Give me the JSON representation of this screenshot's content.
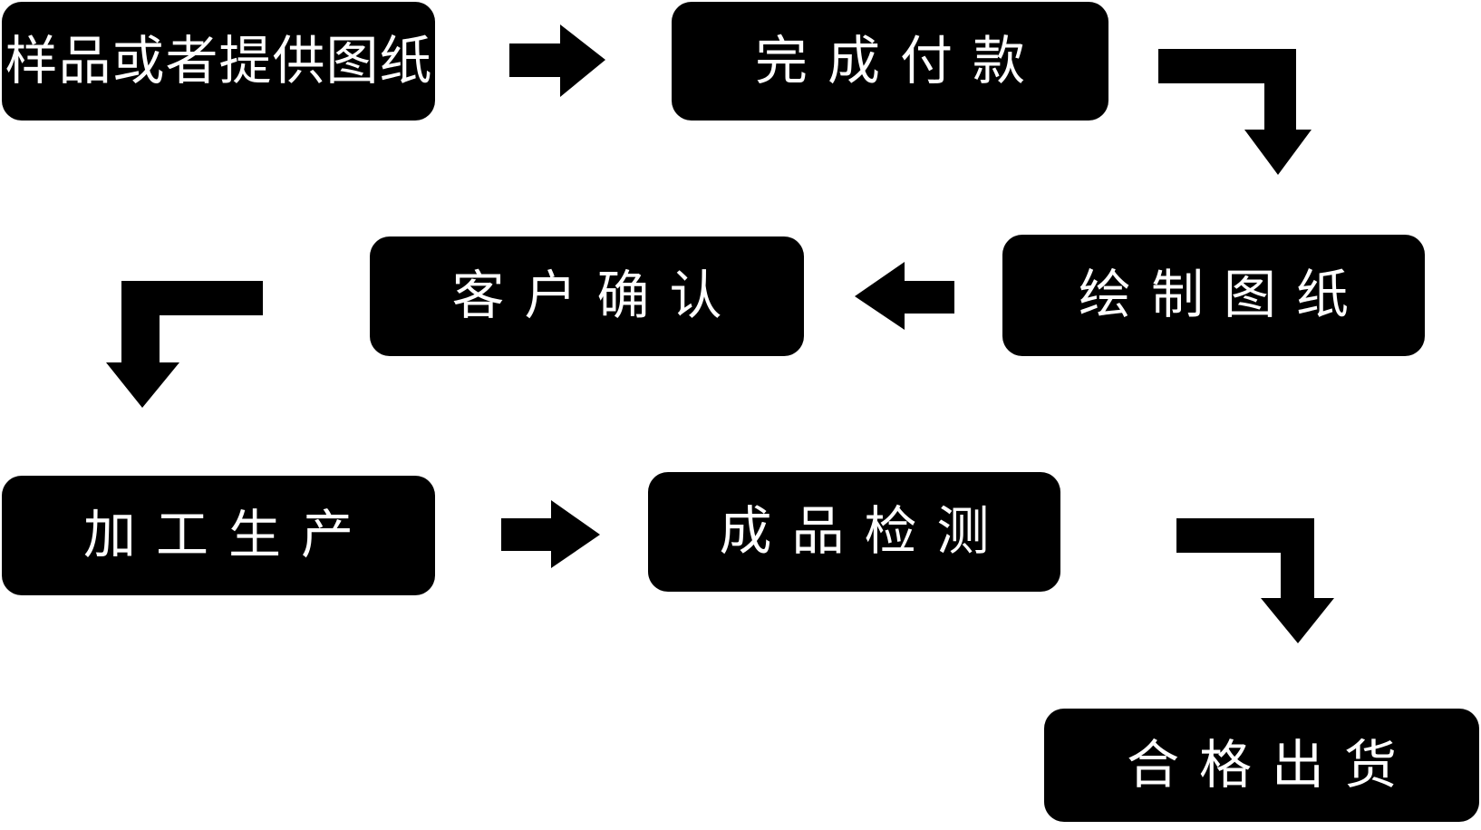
{
  "diagram": {
    "type": "flowchart",
    "colors": {
      "background": "#ffffff",
      "node_fill": "#000000",
      "node_text": "#ffffff",
      "arrow_fill": "#000000"
    },
    "nodes": [
      {
        "id": "sample",
        "label": "样品或者提供图纸"
      },
      {
        "id": "payment",
        "label": "完成付款"
      },
      {
        "id": "confirm",
        "label": "客户确认"
      },
      {
        "id": "draw",
        "label": "绘制图纸"
      },
      {
        "id": "production",
        "label": "加工生产"
      },
      {
        "id": "inspection",
        "label": "成品检测"
      },
      {
        "id": "shipment",
        "label": "合格出货"
      }
    ],
    "connections": [
      {
        "from": "样品或者提供图纸",
        "to": "完成付款",
        "icon": "arrow-right-icon"
      },
      {
        "from": "完成付款",
        "to": "绘制图纸",
        "icon": "elbow-arrow-right-down-icon"
      },
      {
        "from": "绘制图纸",
        "to": "客户确认",
        "icon": "arrow-left-icon"
      },
      {
        "from": "客户确认",
        "to": "加工生产",
        "icon": "elbow-arrow-left-down-icon"
      },
      {
        "from": "加工生产",
        "to": "成品检测",
        "icon": "arrow-right-icon"
      },
      {
        "from": "成品检测",
        "to": "合格出货",
        "icon": "elbow-arrow-right-down-icon"
      }
    ]
  }
}
